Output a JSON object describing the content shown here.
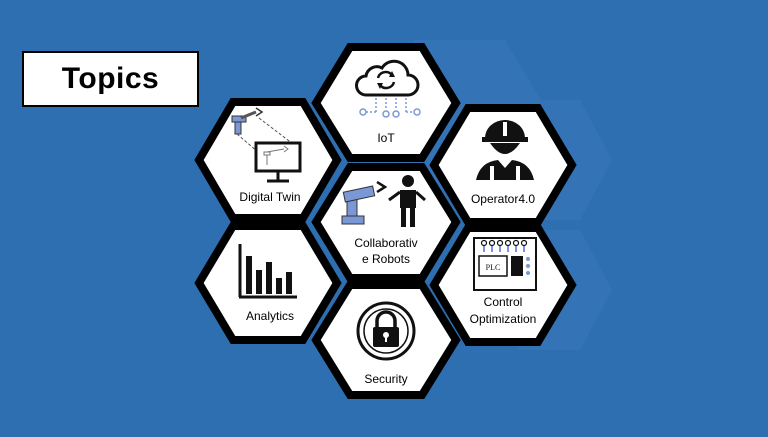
{
  "title": "Topics",
  "colors": {
    "background": "#2e6fb2",
    "hex_fill": "#ffffff",
    "hex_border": "#000000",
    "accent_blue": "#7b98d6"
  },
  "topics": [
    {
      "label": "IoT",
      "icon": "cloud-sync-icon"
    },
    {
      "label": "Digital Twin",
      "icon": "robot-arm-monitor-icon"
    },
    {
      "label": "Operator4.0",
      "icon": "worker-hardhat-icon"
    },
    {
      "label": "Collaborativ",
      "label2": "e Robots",
      "icon": "robot-arm-person-icon"
    },
    {
      "label": "Analytics",
      "icon": "bar-chart-icon"
    },
    {
      "label": "Control",
      "label2": "Optimization",
      "icon": "plc-icon"
    },
    {
      "label": "Security",
      "icon": "padlock-icon"
    }
  ],
  "plc_label": "PLC"
}
